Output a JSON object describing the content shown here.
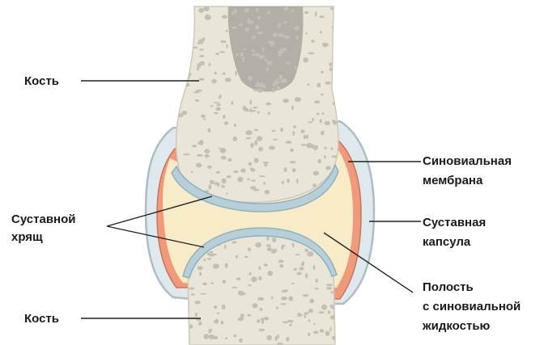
{
  "labels": {
    "bone_top": "Кость",
    "bone_bottom": "Кость",
    "cartilage_line1": "Суставной",
    "cartilage_line2": "хрящ",
    "synovial_membrane_line1": "Синовиальная",
    "synovial_membrane_line2": "мембрана",
    "joint_capsule_line1": "Суставная",
    "joint_capsule_line2": "капсула",
    "cavity_line1": "Полость",
    "cavity_line2": "с синовиальной",
    "cavity_line3": "жидкостью"
  },
  "colors": {
    "bone": "#e9e5d9",
    "bone_pore": "#c4bfb3",
    "marrow": "#a9a49c",
    "cartilage": "#b7cfd8",
    "synovial_fluid": "#f8ecc8",
    "synovial_membrane": "#ef9a7a",
    "joint_capsule": "#dfe8ec"
  }
}
